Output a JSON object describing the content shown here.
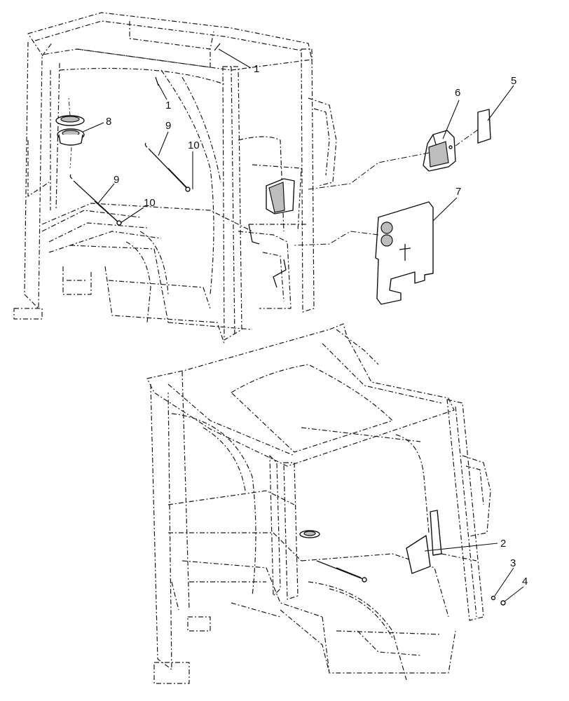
{
  "callouts": [
    {
      "id": "c1a",
      "text": "1"
    },
    {
      "id": "c1b",
      "text": "1"
    },
    {
      "id": "c2",
      "text": "2"
    },
    {
      "id": "c3",
      "text": "3"
    },
    {
      "id": "c4",
      "text": "4"
    },
    {
      "id": "c5",
      "text": "5"
    },
    {
      "id": "c6",
      "text": "6"
    },
    {
      "id": "c7",
      "text": "7"
    },
    {
      "id": "c8",
      "text": "8"
    },
    {
      "id": "c9a",
      "text": "9"
    },
    {
      "id": "c9b",
      "text": "9"
    },
    {
      "id": "c10a",
      "text": "10"
    },
    {
      "id": "c10b",
      "text": "10"
    }
  ],
  "colors": {
    "line": "#111111",
    "shade": "#bdbdbd",
    "background": "#ffffff"
  }
}
